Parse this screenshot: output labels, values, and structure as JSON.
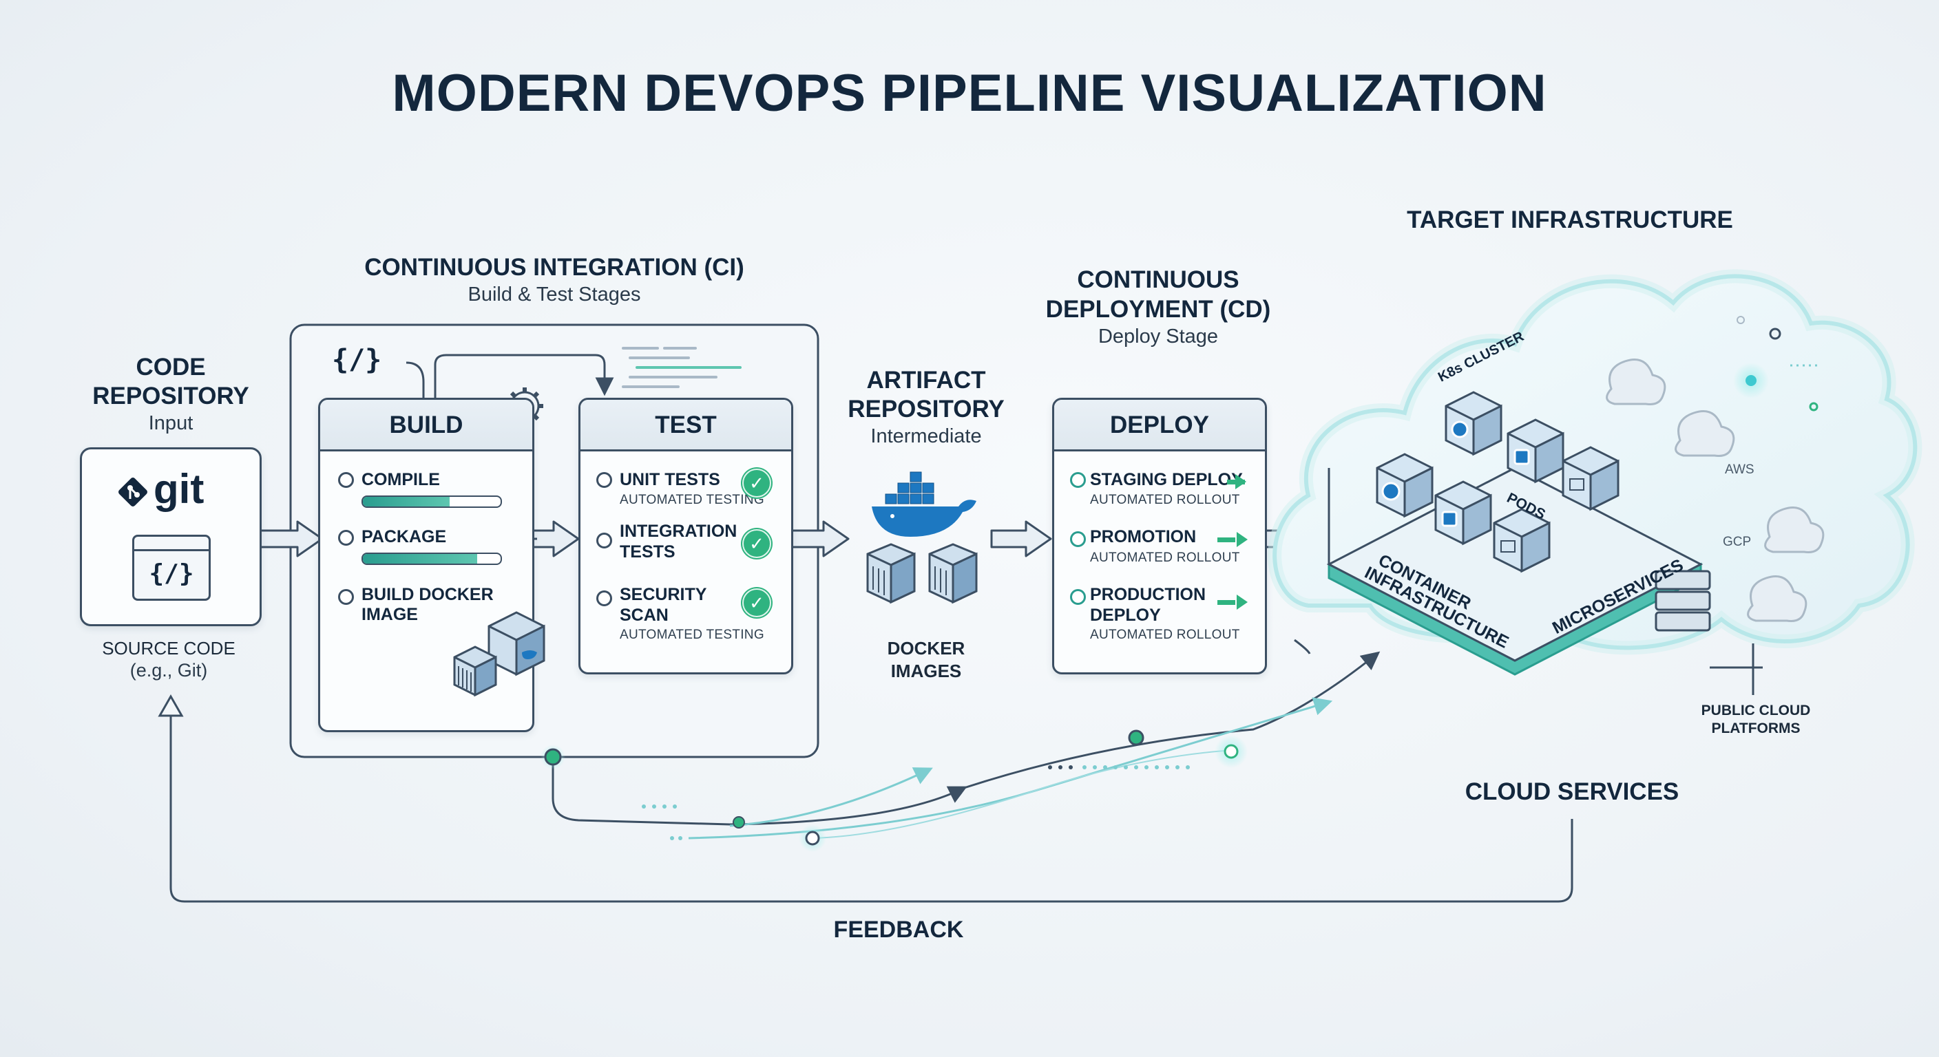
{
  "title": "MODERN DEVOPS PIPELINE VISUALIZATION",
  "code_repo": {
    "heading_1": "CODE",
    "heading_2": "REPOSITORY",
    "sub": "Input",
    "git_label": "git",
    "code_glyph": "{/}",
    "caption_1": "SOURCE CODE",
    "caption_2": "(e.g., Git)"
  },
  "ci": {
    "heading": "CONTINUOUS INTEGRATION (CI)",
    "sub": "Build & Test Stages",
    "code_glyph": "{/}",
    "build": {
      "title": "BUILD",
      "steps": [
        {
          "label": "COMPILE",
          "progress": 0.63
        },
        {
          "label": "PACKAGE",
          "progress": 0.83
        },
        {
          "label_1": "BUILD DOCKER",
          "label_2": "IMAGE"
        }
      ]
    },
    "test": {
      "title": "TEST",
      "steps": [
        {
          "label_1": "UNIT TESTS",
          "sub": "AUTOMATED TESTING"
        },
        {
          "label_1": "INTEGRATION",
          "label_2": "TESTS"
        },
        {
          "label_1": "SECURITY",
          "label_2": "SCAN",
          "sub": "AUTOMATED TESTING"
        }
      ]
    }
  },
  "artifact": {
    "heading_1": "ARTIFACT",
    "heading_2": "REPOSITORY",
    "sub": "Intermediate",
    "caption_1": "DOCKER",
    "caption_2": "IMAGES"
  },
  "cd": {
    "heading_1": "CONTINUOUS",
    "heading_2": "DEPLOYMENT (CD)",
    "sub": "Deploy Stage",
    "deploy": {
      "title": "DEPLOY",
      "steps": [
        {
          "label_1": "STAGING DEPLOY",
          "sub": "AUTOMATED ROLLOUT"
        },
        {
          "label_1": "PROMOTION",
          "sub": "AUTOMATED ROLLOUT"
        },
        {
          "label_1": "PRODUCTION",
          "label_2": "DEPLOY",
          "sub": "AUTOMATED ROLLOUT"
        }
      ]
    }
  },
  "infra": {
    "heading": "TARGET INFRASTRUCTURE",
    "k8s_label": "K8s CLUSTER",
    "pods_label": "PODS",
    "container_label_1": "CONTAINER",
    "container_label_2": "INFRASTRUCTURE",
    "microservices_label": "MICROSERVICES",
    "aws_label": "AWS",
    "gcp_label": "GCP",
    "public_cloud_1": "PUBLIC CLOUD",
    "public_cloud_2": "PLATFORMS",
    "cloud_services": "CLOUD SERVICES"
  },
  "feedback": "FEEDBACK",
  "colors": {
    "ink": "#13273d",
    "teal": "#2a9d8f",
    "green": "#2fb380",
    "cloud_glow": "#8fe3e6",
    "docker_blue": "#1d78c1"
  }
}
